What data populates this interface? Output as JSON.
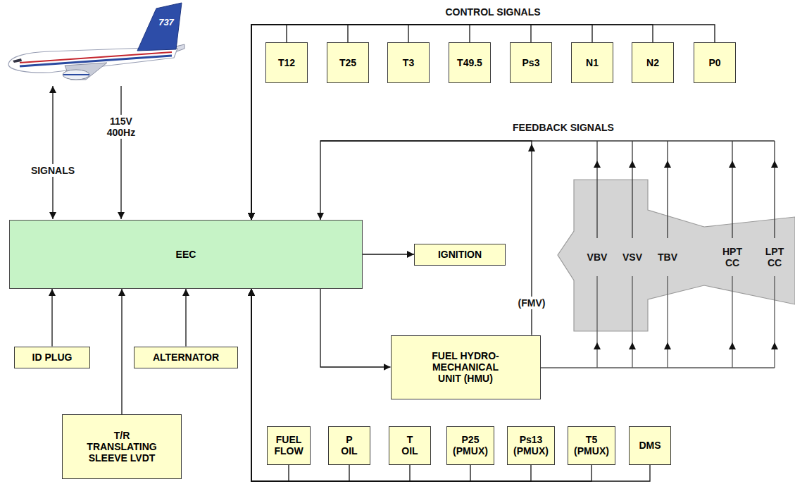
{
  "diagram": {
    "nodes": [
      {
        "text": [
          "T12"
        ]
      },
      {
        "text": [
          "T25"
        ]
      },
      {
        "text": [
          "T3"
        ]
      },
      {
        "text": [
          "T49.5"
        ]
      },
      {
        "text": [
          "Ps3"
        ]
      },
      {
        "text": [
          "N1"
        ]
      },
      {
        "text": [
          "N2"
        ]
      },
      {
        "text": [
          "P0"
        ]
      },
      {
        "text": [
          "EEC"
        ]
      },
      {
        "text": [
          "IGNITION"
        ]
      },
      {
        "text": [
          "ID PLUG"
        ]
      },
      {
        "text": [
          "ALTERNATOR"
        ]
      },
      {
        "text": [
          "FUEL HYDRO- MECHANICAL UNIT (HMU)"
        ]
      },
      {
        "text": [
          "T/R TRANSLATING SLEEVE LVDT"
        ]
      },
      {
        "text": [
          "FUEL FLOW"
        ]
      },
      {
        "text": [
          "P OIL"
        ]
      },
      {
        "text": [
          "T OIL"
        ]
      },
      {
        "text": [
          "P25 (PMUX)"
        ]
      },
      {
        "text": [
          "Ps13 (PMUX)"
        ]
      },
      {
        "text": [
          "T5 (PMUX)"
        ]
      },
      {
        "text": [
          "DMS"
        ]
      }
    ],
    "edges": [
      {
        "from": 0,
        "to": 8,
        "arrow": "to"
      },
      {
        "from": 1,
        "to": 8,
        "arrow": "to"
      },
      {
        "from": 2,
        "to": 8,
        "arrow": "to"
      },
      {
        "from": 3,
        "to": 8,
        "arrow": "to"
      },
      {
        "from": 4,
        "to": 8,
        "arrow": "to"
      },
      {
        "from": 5,
        "to": 8,
        "arrow": "to"
      },
      {
        "from": 6,
        "to": 8,
        "arrow": "to"
      },
      {
        "from": 7,
        "to": 8,
        "arrow": "to"
      },
      {
        "from": 8,
        "to": 9,
        "arrow": "to"
      },
      {
        "from": 8,
        "to": 12,
        "arrow": "to"
      },
      {
        "from": 12,
        "to": 8,
        "label": "(FMV)",
        "arrow": "to"
      },
      {
        "from": 10,
        "to": 8,
        "arrow": "to"
      },
      {
        "from": 11,
        "to": 8,
        "arrow": "to"
      },
      {
        "from": 13,
        "to": 8,
        "arrow": "to"
      },
      {
        "from": 14,
        "to": 8,
        "arrow": "to"
      },
      {
        "from": 15,
        "to": 8,
        "arrow": "to"
      },
      {
        "from": 16,
        "to": 8,
        "arrow": "to"
      },
      {
        "from": 17,
        "to": 8,
        "arrow": "to"
      },
      {
        "from": 18,
        "to": 8,
        "arrow": "to"
      },
      {
        "from": 19,
        "to": 8,
        "arrow": "to"
      },
      {
        "from": 20,
        "to": 8,
        "arrow": "to"
      }
    ],
    "labels": [
      "CONTROL SIGNALS",
      "737",
      "FEEDBACK SIGNALS",
      "115V 400Hz",
      "SIGNALS",
      "VBV",
      "VSV",
      "TBV",
      "HPT CC",
      "LPT CC"
    ]
  }
}
